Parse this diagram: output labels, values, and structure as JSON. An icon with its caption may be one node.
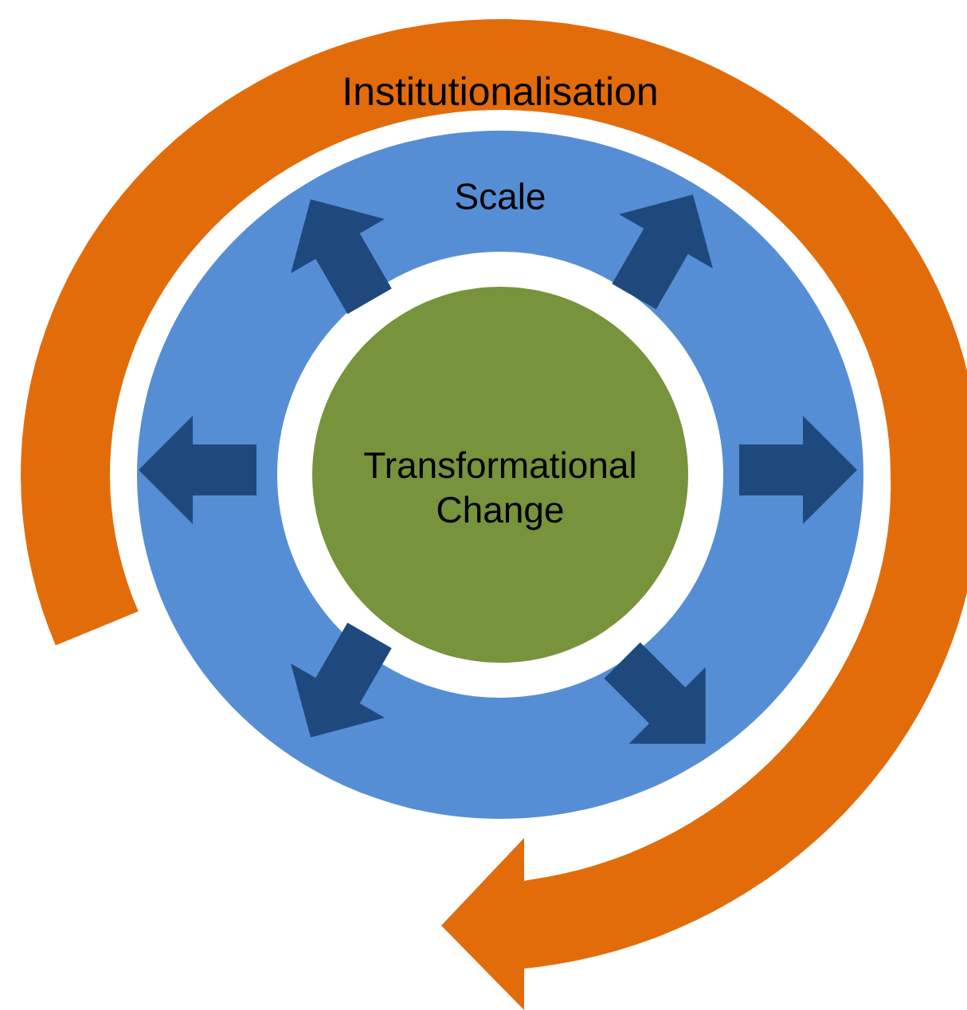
{
  "diagram": {
    "nodes": [
      {
        "text": [
          "Institutionalisation"
        ]
      },
      {
        "text": [
          "Scale"
        ]
      },
      {
        "text": [
          "Transformational Change"
        ],
        "in": 1
      }
    ]
  }
}
